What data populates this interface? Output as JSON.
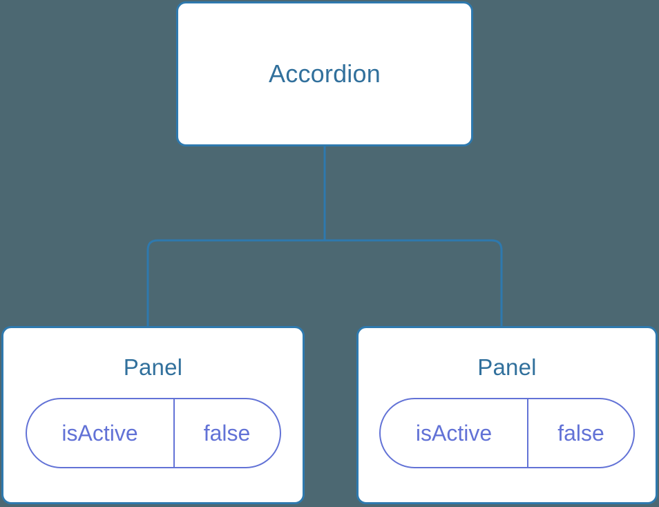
{
  "diagram": {
    "type": "component-tree",
    "background_color": "#4c6872",
    "node_border_color": "#2e79ae",
    "node_fill_color": "#ffffff",
    "title_color": "#31709c",
    "state_color": "#6272d6",
    "edge_color": "#2e79ae",
    "root": {
      "title": "Accordion"
    },
    "children": [
      {
        "title": "Panel",
        "state": {
          "key": "isActive",
          "value": "false"
        }
      },
      {
        "title": "Panel",
        "state": {
          "key": "isActive",
          "value": "false"
        }
      }
    ]
  }
}
